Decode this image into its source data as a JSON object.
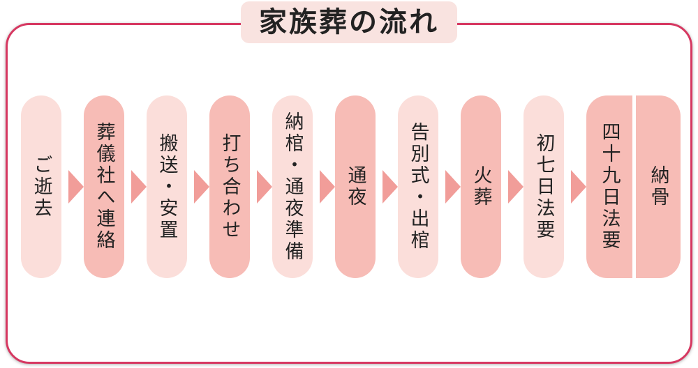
{
  "title": {
    "text": "家族葬の流れ"
  },
  "flow": {
    "steps": [
      {
        "label": "ご逝去",
        "shade": "light",
        "joined_with_prev": false
      },
      {
        "label": "葬儀社へ連絡",
        "shade": "dark",
        "joined_with_prev": false
      },
      {
        "label": "搬送・安置",
        "shade": "light",
        "joined_with_prev": false
      },
      {
        "label": "打ち合わせ",
        "shade": "dark",
        "joined_with_prev": false
      },
      {
        "label": "納棺・通夜準備",
        "shade": "light",
        "joined_with_prev": false
      },
      {
        "label": "通夜",
        "shade": "dark",
        "joined_with_prev": false
      },
      {
        "label": "告別式・出棺",
        "shade": "light",
        "joined_with_prev": false
      },
      {
        "label": "火葬",
        "shade": "dark",
        "joined_with_prev": false
      },
      {
        "label": "初七日法要",
        "shade": "light",
        "joined_with_prev": false
      },
      {
        "label": "四十九日法要",
        "shade": "dark",
        "joined_with_prev": false
      },
      {
        "label": "納骨",
        "shade": "dark",
        "joined_with_prev": true
      }
    ]
  },
  "colors": {
    "panel_border": "#d63861",
    "title_bg": "#f9e3e0",
    "pill_light": "#fbdeda",
    "pill_dark": "#f7bcb6",
    "arrow": "#f19d99",
    "text": "#222222"
  }
}
